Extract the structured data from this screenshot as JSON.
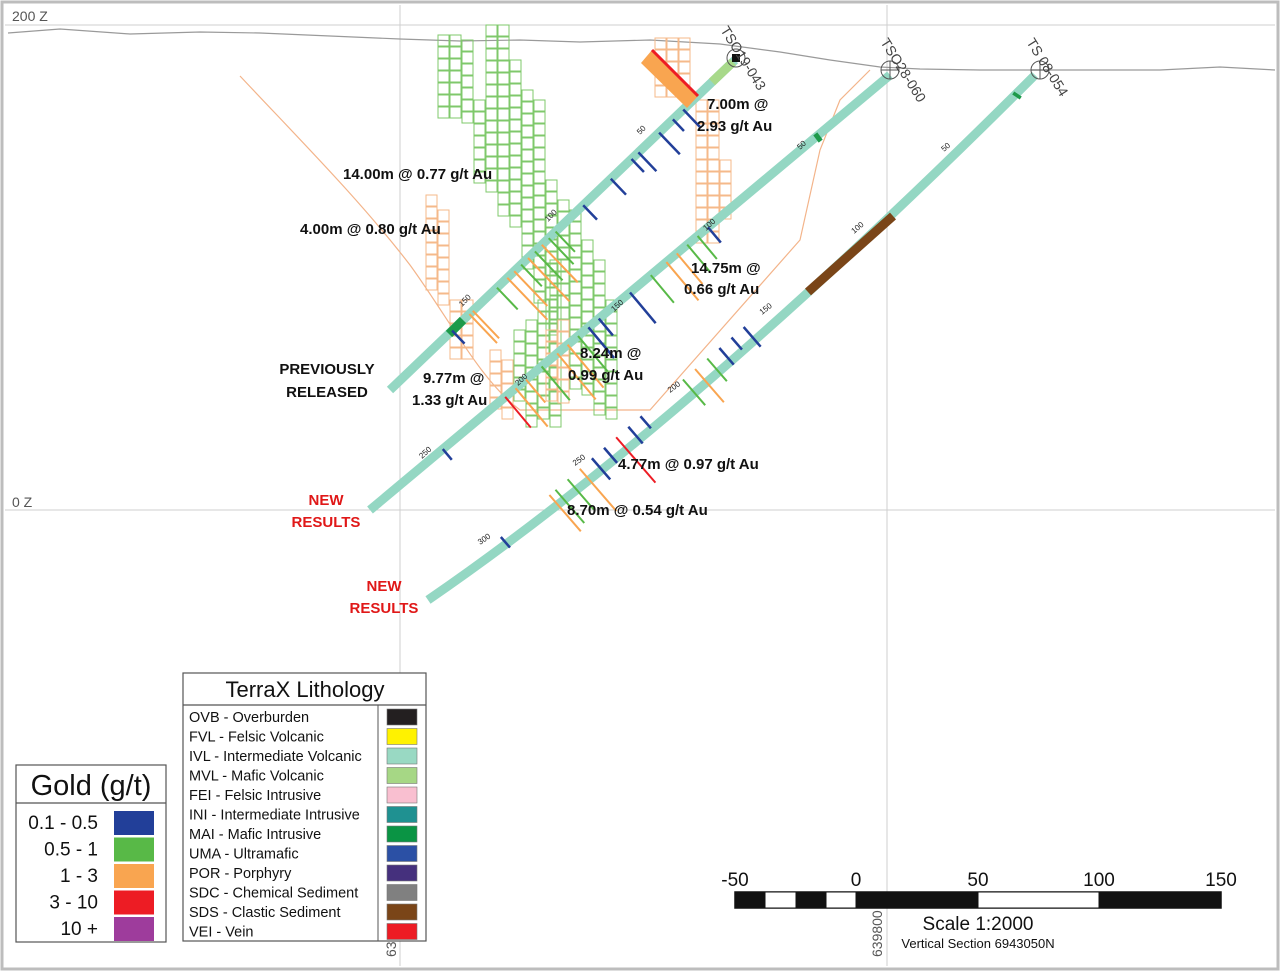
{
  "grid": {
    "elev_top": "200 Z",
    "elev_zero": "0 Z",
    "easting_left": "63",
    "easting_right": "639800 X"
  },
  "holes": [
    {
      "name": "TSO19-043",
      "ticks": [
        "50",
        "100",
        "150"
      ]
    },
    {
      "name": "TSO28-060",
      "ticks": [
        "50",
        "100",
        "150",
        "200",
        "250"
      ]
    },
    {
      "name": "TS 08-054",
      "ticks": [
        "50",
        "100",
        "150",
        "200",
        "250",
        "300"
      ]
    }
  ],
  "intercepts": [
    {
      "line1": "7.00m @",
      "line2": "2.93 g/t Au"
    },
    {
      "line1": "14.00m @ 0.77 g/t Au"
    },
    {
      "line1": "4.00m @ 0.80 g/t Au"
    },
    {
      "line1": "14.75m @",
      "line2": "0.66 g/t Au"
    },
    {
      "line1": "8.24m @",
      "line2": "0.99 g/t Au"
    },
    {
      "line1": "9.77m @",
      "line2": "1.33 g/t Au"
    },
    {
      "line1": "4.77m @ 0.97 g/t Au"
    },
    {
      "line1": "8.70m @ 0.54 g/t Au"
    }
  ],
  "callouts": {
    "previous": {
      "line1": "PREVIOUSLY",
      "line2": "RELEASED"
    },
    "new1": {
      "line1": "NEW",
      "line2": "RESULTS"
    },
    "new2": {
      "line1": "NEW",
      "line2": "RESULTS"
    }
  },
  "lithology_legend": {
    "title": "TerraX Lithology",
    "items": [
      {
        "label": "OVB - Overburden",
        "color": "#231f20"
      },
      {
        "label": "FVL - Felsic Volcanic",
        "color": "#fff200"
      },
      {
        "label": "IVL - Intermediate Volcanic",
        "color": "#99d9c3"
      },
      {
        "label": "MVL - Mafic Volcanic",
        "color": "#a6d785"
      },
      {
        "label": "FEI - Felsic Intrusive",
        "color": "#f9bfd0"
      },
      {
        "label": "INI - Intermediate Intrusive",
        "color": "#1f9191"
      },
      {
        "label": "MAI - Mafic Intrusive",
        "color": "#0a9444"
      },
      {
        "label": "UMA - Ultramafic",
        "color": "#2b50a5"
      },
      {
        "label": "POR - Porphyry",
        "color": "#45307d"
      },
      {
        "label": "SDC - Chemical Sediment",
        "color": "#808080"
      },
      {
        "label": "SDS - Clastic Sediment",
        "color": "#7a4518"
      },
      {
        "label": "VEI - Vein",
        "color": "#ed1c24"
      }
    ]
  },
  "gold_legend": {
    "title": "Gold (g/t)",
    "items": [
      {
        "label": "0.1 - 0.5",
        "color": "#223f99"
      },
      {
        "label": "0.5 - 1",
        "color": "#58b947"
      },
      {
        "label": "1 - 3",
        "color": "#f9a550"
      },
      {
        "label": "3 - 10",
        "color": "#ed1c24"
      },
      {
        "label": "10 +",
        "color": "#9e3c9c"
      }
    ]
  },
  "scale": {
    "ticks": [
      "-50",
      "0",
      "50",
      "100",
      "150"
    ],
    "title": "Scale 1:2000",
    "subtitle": "Vertical Section 6943050N"
  }
}
